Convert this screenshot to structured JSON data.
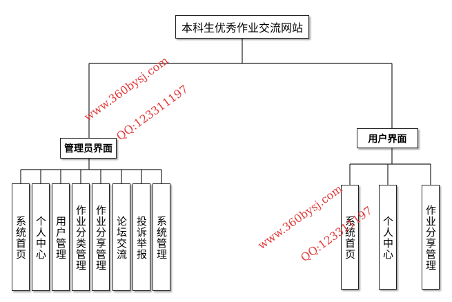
{
  "root": {
    "label": "本科生优秀作业交流网站"
  },
  "admin": {
    "label": "管理员界面",
    "items": [
      "系统首页",
      "个人中心",
      "用户管理",
      "作业分类管理",
      "作业分享管理",
      "论坛交流",
      "投诉举报",
      "系统管理"
    ]
  },
  "user": {
    "label": "用户界面",
    "items": [
      "系统首页",
      "个人中心",
      "作业分享管理"
    ]
  },
  "watermarks": {
    "site": "www.360bysj.com",
    "qq": "QQ:123311197"
  },
  "colors": {
    "line": "#222222",
    "watermark": "#e23b3b"
  }
}
